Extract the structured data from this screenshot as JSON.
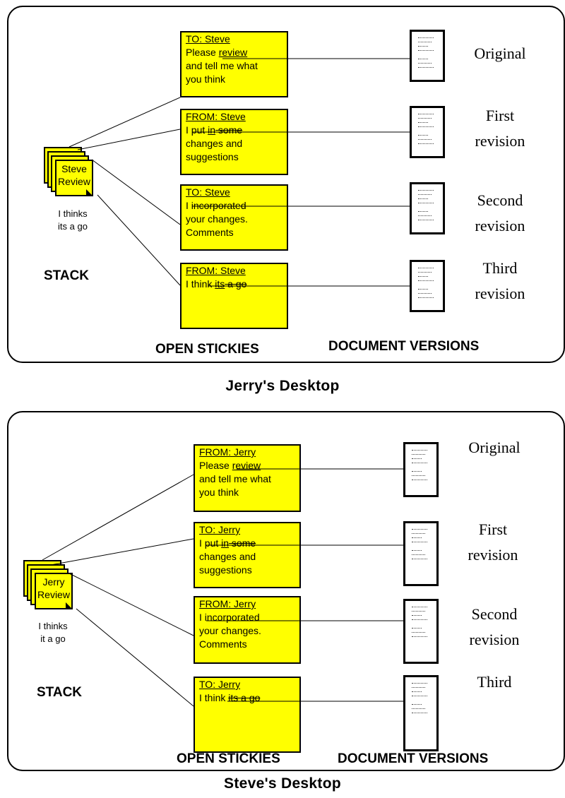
{
  "panels": [
    {
      "caption": "Jerry's Desktop",
      "stack": {
        "label_top": "Steve",
        "label_bottom": "Review",
        "note_line1": "I thinks",
        "note_line2": "its a go",
        "title": "STACK"
      },
      "column_labels": {
        "stickies": "OPEN STICKIES",
        "docs": "DOCUMENT VERSIONS"
      },
      "stickies": [
        {
          "header": "TO:  Steve",
          "lines": [
            {
              "pre": "Please ",
              "u": "review",
              "post": ""
            },
            {
              "pre": "and tell me what"
            },
            {
              "pre": "you think"
            }
          ]
        },
        {
          "header": "FROM:  Steve",
          "lines": [
            {
              "pre": "I put ",
              "u": "in",
              "s": " some"
            },
            {
              "pre": "changes and"
            },
            {
              "pre": "suggestions"
            }
          ]
        },
        {
          "header": "TO:  Steve",
          "lines": [
            {
              "pre": "I incorporated"
            },
            {
              "pre": "your changes."
            },
            {
              "pre": "Comments"
            }
          ]
        },
        {
          "header": "FROM:  Steve",
          "lines": [
            {
              "pre": "I think ",
              "u": "its",
              "s": " a go"
            }
          ]
        }
      ],
      "docs": [
        {
          "label1": "Original",
          "label2": ""
        },
        {
          "label1": "First",
          "label2": "revision"
        },
        {
          "label1": "Second",
          "label2": "revision"
        },
        {
          "label1": "Third",
          "label2": "revision"
        }
      ]
    },
    {
      "caption": "Steve's Desktop",
      "stack": {
        "label_top": "Jerry",
        "label_bottom": "Review",
        "note_line1": "I thinks",
        "note_line2": "it a go",
        "title": "STACK"
      },
      "column_labels": {
        "stickies": "OPEN STICKIES",
        "docs": "DOCUMENT VERSIONS"
      },
      "stickies": [
        {
          "header": "FROM:  Jerry",
          "lines": [
            {
              "pre": "Please ",
              "u": "review",
              "post": ""
            },
            {
              "pre": "and tell me what"
            },
            {
              "pre": "you think"
            }
          ]
        },
        {
          "header": "TO:  Jerry",
          "lines": [
            {
              "pre": "I put ",
              "u": "in",
              "s": " some"
            },
            {
              "pre": "changes and"
            },
            {
              "pre": "suggestions"
            }
          ]
        },
        {
          "header": "FROM:  Jerry",
          "lines": [
            {
              "pre": "I incorporated"
            },
            {
              "pre": "your changes."
            },
            {
              "pre": "Comments"
            }
          ]
        },
        {
          "header": "TO:  Jerry",
          "lines": [
            {
              "pre": "I think ",
              "s": "its a go"
            }
          ]
        }
      ],
      "docs": [
        {
          "label1": "Original",
          "label2": ""
        },
        {
          "label1": "First",
          "label2": "revision"
        },
        {
          "label1": "Second",
          "label2": "revision"
        },
        {
          "label1": "Third",
          "label2": ""
        }
      ]
    }
  ]
}
